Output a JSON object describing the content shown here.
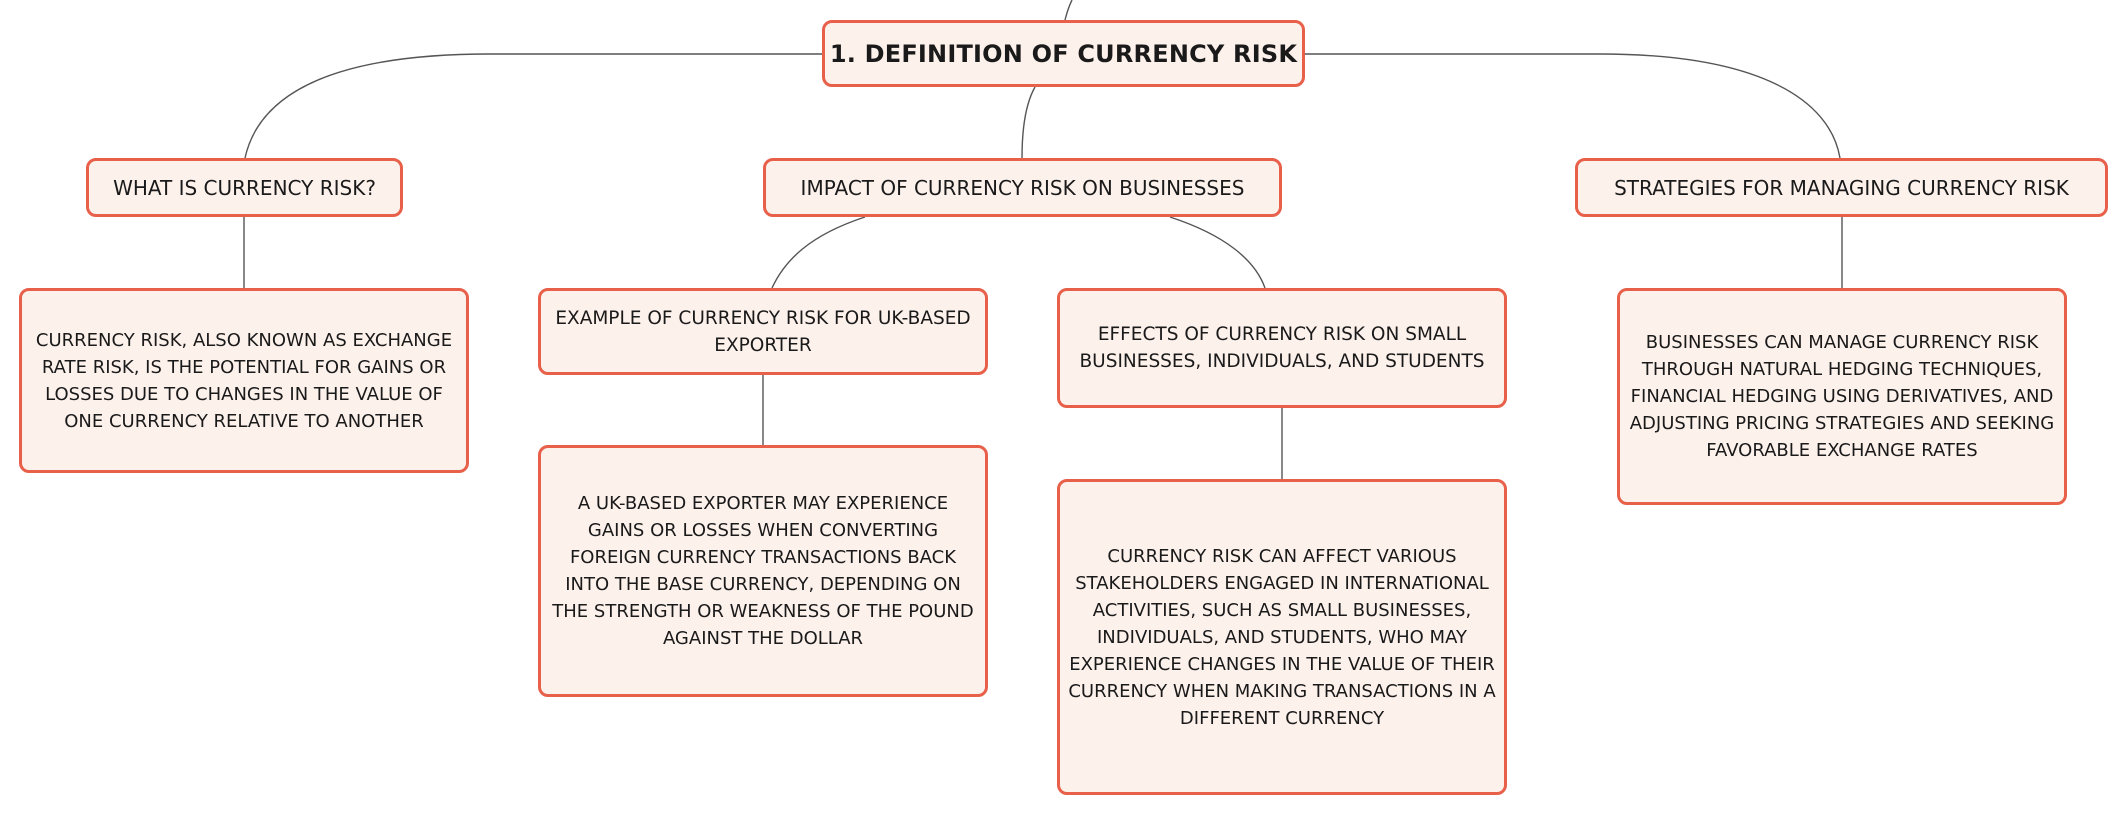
{
  "colors": {
    "node_fill": "#fdf1ec",
    "node_border": "#e8604a",
    "connector": "#555555",
    "text": "#1a1a1a"
  },
  "root": {
    "label": "1. DEFINITION OF CURRENCY RISK"
  },
  "topics": [
    {
      "label": "WHAT IS CURRENCY RISK?",
      "children": [
        {
          "label": "CURRENCY RISK, ALSO KNOWN AS EXCHANGE RATE RISK, IS THE POTENTIAL FOR GAINS OR LOSSES DUE TO CHANGES IN THE VALUE OF ONE CURRENCY RELATIVE TO ANOTHER"
        }
      ]
    },
    {
      "label": "IMPACT OF CURRENCY RISK ON BUSINESSES",
      "children": [
        {
          "label": "EXAMPLE OF CURRENCY RISK FOR UK-BASED EXPORTER",
          "children": [
            {
              "label": "A UK-BASED EXPORTER MAY EXPERIENCE GAINS OR LOSSES WHEN CONVERTING FOREIGN CURRENCY TRANSACTIONS BACK INTO THE BASE CURRENCY, DEPENDING ON THE STRENGTH OR WEAKNESS OF THE POUND AGAINST THE DOLLAR"
            }
          ]
        },
        {
          "label": "EFFECTS OF CURRENCY RISK ON SMALL BUSINESSES, INDIVIDUALS, AND STUDENTS",
          "children": [
            {
              "label": "CURRENCY RISK CAN AFFECT VARIOUS STAKEHOLDERS ENGAGED IN INTERNATIONAL ACTIVITIES, SUCH AS SMALL BUSINESSES, INDIVIDUALS, AND STUDENTS, WHO MAY EXPERIENCE CHANGES IN THE VALUE OF THEIR CURRENCY WHEN MAKING TRANSACTIONS IN A DIFFERENT CURRENCY"
            }
          ]
        }
      ]
    },
    {
      "label": "STRATEGIES FOR MANAGING CURRENCY RISK",
      "children": [
        {
          "label": "BUSINESSES CAN MANAGE CURRENCY RISK THROUGH NATURAL HEDGING TECHNIQUES, FINANCIAL HEDGING USING DERIVATIVES, AND ADJUSTING PRICING STRATEGIES AND SEEKING FAVORABLE EXCHANGE RATES"
        }
      ]
    }
  ]
}
